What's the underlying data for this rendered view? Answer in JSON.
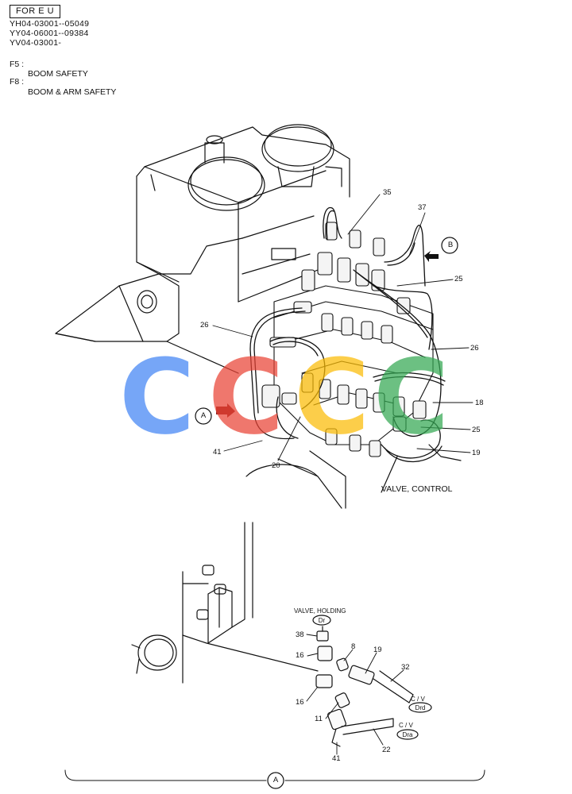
{
  "header": {
    "region_badge": "FOR E U",
    "serial_lines": [
      "YH04-03001--05049",
      "YY04-06001--09384",
      "YV04-03001-"
    ]
  },
  "options": [
    {
      "key": "F5 :",
      "description": "BOOM SAFETY"
    },
    {
      "key": "F8 :",
      "description": "BOOM & ARM SAFETY"
    }
  ],
  "main_view": {
    "caption": "VALVE, CONTROL",
    "callout_a": "A",
    "callout_b": "B",
    "part_numbers": {
      "p35": "35",
      "p37": "37",
      "p25a": "25",
      "p26a": "26",
      "p26b": "26",
      "p18": "18",
      "p25b": "25",
      "p19": "19",
      "p41": "41",
      "p20": "20"
    }
  },
  "detail_view": {
    "callout_a": "A",
    "holding_valve_label": "VALVE, HOLDING",
    "holding_valve_tag": "Dr",
    "cv_label_1": "C / V",
    "cv_tag_1": "Drd",
    "cv_label_2": "C / V",
    "cv_tag_2": "Dra",
    "part_numbers": {
      "p38": "38",
      "p8": "8",
      "p16a": "16",
      "p19": "19",
      "p32": "32",
      "p16b": "16",
      "p11": "11",
      "p22": "22",
      "p41": "41"
    }
  },
  "watermark": {
    "text": "CCCC",
    "colors": [
      "#4285F4",
      "#EA4335",
      "#FBBC05",
      "#34A853"
    ]
  }
}
